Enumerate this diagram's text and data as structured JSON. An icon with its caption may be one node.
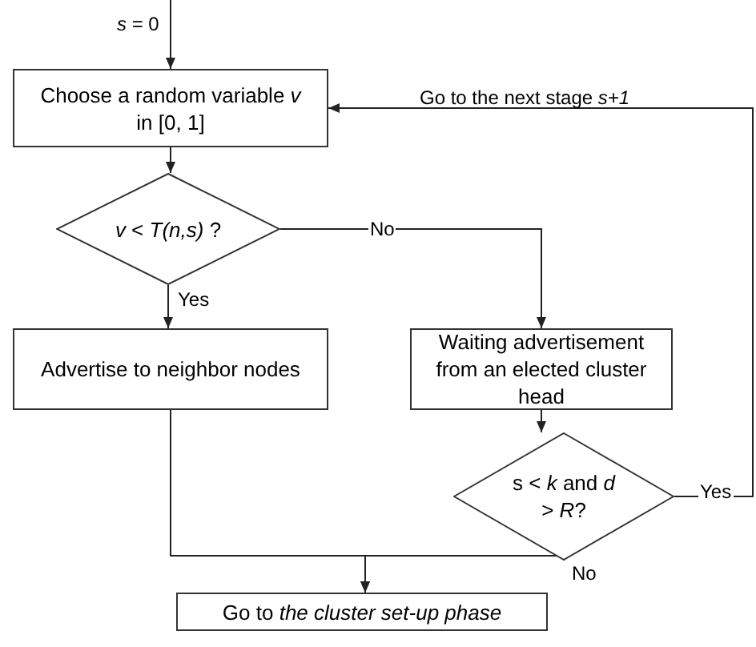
{
  "diagram": {
    "nodes": [
      {
        "text": [
          "Choose a random variable *v* in [0, 1]"
        ]
      },
      {
        "text": [
          "*v* < *T(n,s)* ?"
        ]
      },
      {
        "text": [
          "Advertise to neighbor nodes"
        ]
      },
      {
        "text": [
          "Waiting advertisement from an elected cluster head"
        ]
      },
      {
        "text": [
          "s < *k* and *d* > *R*?"
        ]
      },
      {
        "text": [
          "Go to *the cluster set-up phase*"
        ]
      }
    ],
    "edges": [
      {
        "from": null,
        "to": 0,
        "arrow": "to",
        "label": "*s* = 0"
      },
      {
        "from": 0,
        "to": 1,
        "arrow": "to"
      },
      {
        "from": 1,
        "to": 2,
        "arrow": "to",
        "label": "Yes"
      },
      {
        "from": 1,
        "to": 3,
        "arrow": "to",
        "label": "No"
      },
      {
        "from": 3,
        "to": 4,
        "arrow": "to"
      },
      {
        "from": 4,
        "to": 0,
        "arrow": "to",
        "label": "Yes"
      },
      {
        "from": 2,
        "to": 5,
        "arrow": "to"
      },
      {
        "from": 4,
        "to": 5,
        "arrow": "to",
        "label": "No"
      }
    ],
    "labels": [
      "Go to the next stage *s+1*"
    ]
  }
}
